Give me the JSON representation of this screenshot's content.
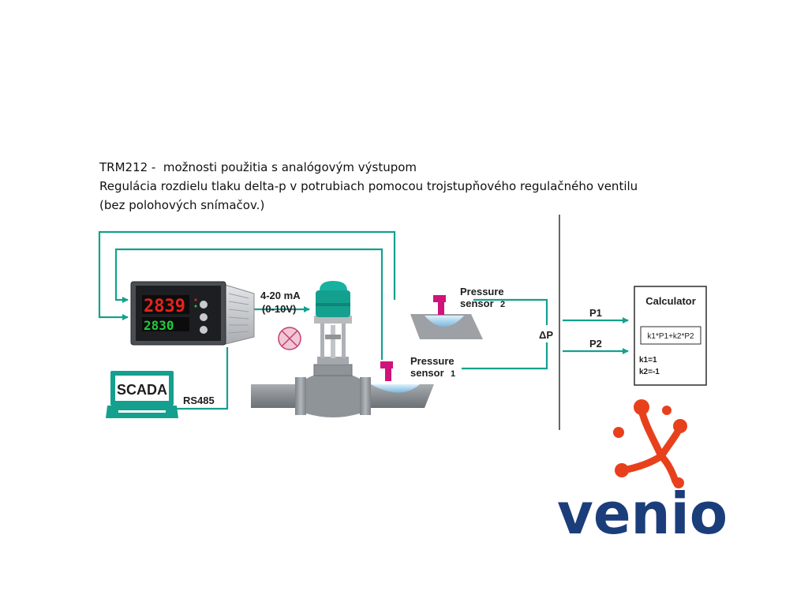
{
  "title": {
    "line1": "TRM212 -  možnosti použitia s analógovým výstupom",
    "line2": "Regulácia rozdielu tlaku delta-p v potrubiach pomocou trojstupňového regulačného ventilu",
    "line3": "(bez polohových snímačov.)"
  },
  "controller": {
    "display_top": "2839",
    "display_bottom": "2830"
  },
  "labels": {
    "output_signal_line1": "4-20 mA",
    "output_signal_line2": "(0-10V)",
    "scada": "SCADA",
    "rs485": "RS485",
    "sensor2_line1": "Pressure",
    "sensor2_line2": "sensor",
    "sensor2_index": "2",
    "sensor1_line1": "Pressure",
    "sensor1_line2": "sensor",
    "sensor1_index": "1",
    "delta_p": "ΔP",
    "p1": "P1",
    "p2": "P2"
  },
  "calculator": {
    "title": "Calculator",
    "formula": "k1*P1+k2*P2",
    "k1": "k1=1",
    "k2": "k2=-1"
  },
  "logo": {
    "text": "venio"
  },
  "colors": {
    "signal_line": "#14a08f",
    "scada_screen": "#14a08f",
    "sensor_connector": "#d0127b",
    "valve_actuator": "#14a08f",
    "display_red": "#e8221b",
    "display_green": "#22c93d",
    "logo_blue": "#1b3d7a",
    "logo_orange": "#e8401c"
  }
}
